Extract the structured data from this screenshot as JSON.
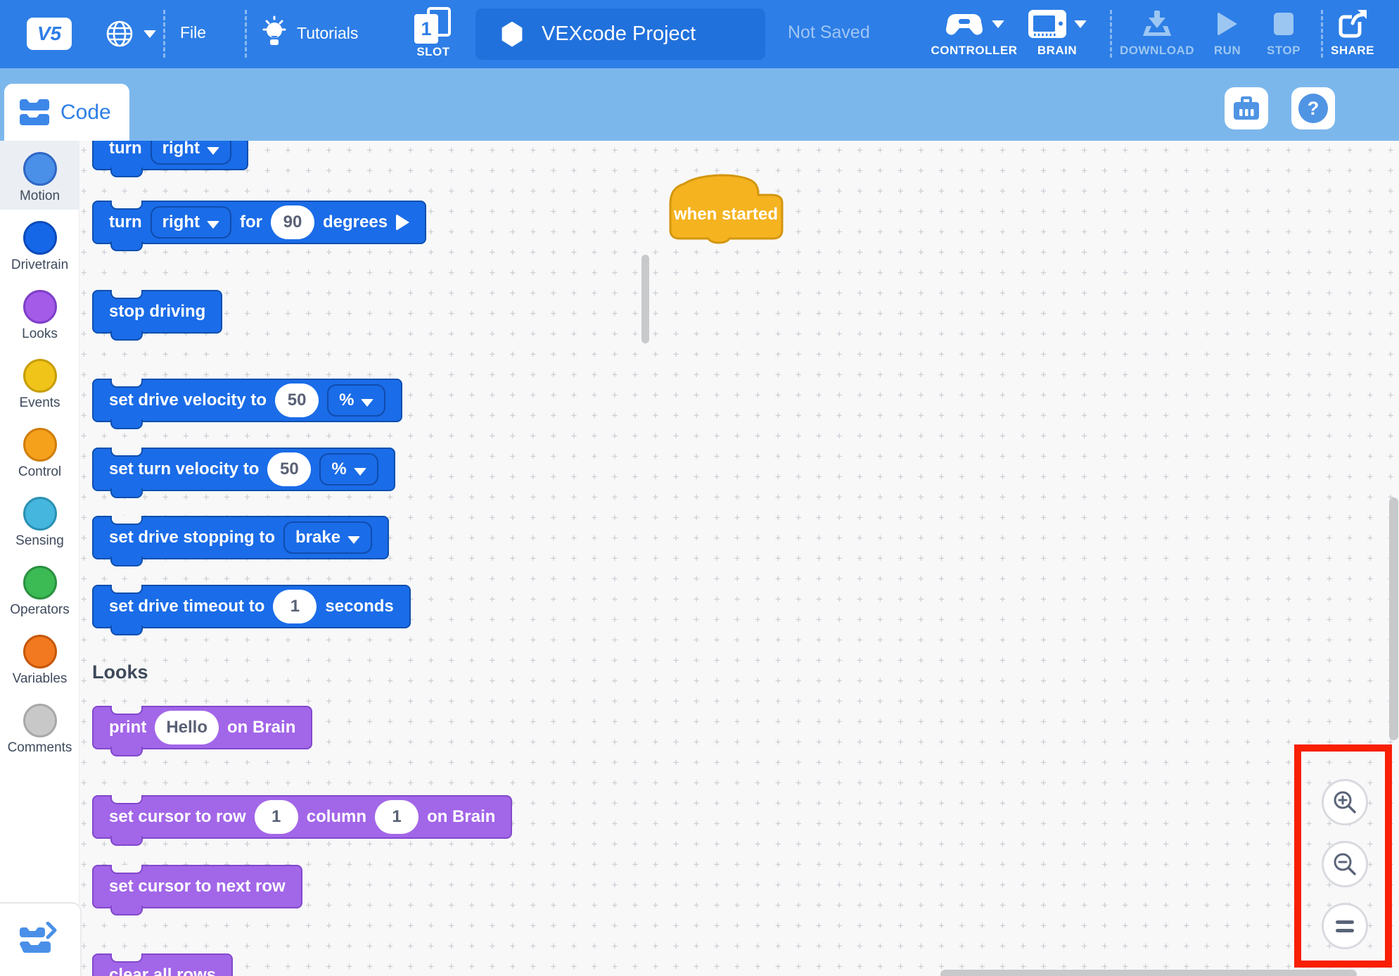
{
  "header": {
    "logo_text": "V5",
    "file_label": "File",
    "tutorials_label": "Tutorials",
    "slot_number": "1",
    "slot_label": "SLOT",
    "project_name": "VEXcode Project",
    "save_status": "Not Saved",
    "controller_label": "CONTROLLER",
    "brain_label": "BRAIN",
    "download_label": "DOWNLOAD",
    "run_label": "RUN",
    "stop_label": "STOP",
    "share_label": "SHARE",
    "bar_color": "#2d7ee6",
    "project_pill_color": "#2171dc"
  },
  "toolbar": {
    "code_tab_label": "Code",
    "help_glyph": "?",
    "bar_color": "#7cb7ec"
  },
  "sidebar": {
    "items": [
      {
        "label": "Motion",
        "color": "#4a90e8",
        "stroke": "#2f67c4",
        "selected": true
      },
      {
        "label": "Drivetrain",
        "color": "#1667e8",
        "stroke": "#0c4ab8",
        "selected": false
      },
      {
        "label": "Looks",
        "color": "#a45ce8",
        "stroke": "#7e3ec8",
        "selected": false
      },
      {
        "label": "Events",
        "color": "#f0c419",
        "stroke": "#c79d08",
        "selected": false
      },
      {
        "label": "Control",
        "color": "#f5a11c",
        "stroke": "#cf7d08",
        "selected": false
      },
      {
        "label": "Sensing",
        "color": "#45b6de",
        "stroke": "#2b90b4",
        "selected": false
      },
      {
        "label": "Operators",
        "color": "#3cba54",
        "stroke": "#2a9140",
        "selected": false
      },
      {
        "label": "Variables",
        "color": "#f2791f",
        "stroke": "#c55708",
        "selected": false
      },
      {
        "label": "Comments",
        "color": "#c8c8c8",
        "stroke": "#a8a8a8",
        "selected": false
      }
    ]
  },
  "palette": {
    "section_header": "Looks",
    "block_colors": {
      "motion_blue": "#1a6ce8",
      "looks_purple": "#a266e8"
    },
    "blocks": {
      "turn": {
        "w1": "turn",
        "dd": "right"
      },
      "turn_for": {
        "w1": "turn",
        "dd": "right",
        "w2": "for",
        "val": "90",
        "w3": "degrees"
      },
      "stop_driving": {
        "w1": "stop driving"
      },
      "drive_velocity": {
        "w1": "set drive velocity to",
        "val": "50",
        "dd": "%"
      },
      "turn_velocity": {
        "w1": "set turn velocity to",
        "val": "50",
        "dd": "%"
      },
      "drive_stopping": {
        "w1": "set drive stopping to",
        "dd": "brake"
      },
      "drive_timeout": {
        "w1": "set drive timeout to",
        "val": "1",
        "w2": "seconds"
      },
      "print": {
        "w1": "print",
        "val": "Hello",
        "w2": "on Brain"
      },
      "set_cursor": {
        "w1": "set cursor to row",
        "val1": "1",
        "w2": "column",
        "val2": "1",
        "w3": "on Brain"
      },
      "next_row": {
        "w1": "set cursor to next row"
      },
      "clear_rows": {
        "w1": "clear all rows"
      }
    }
  },
  "canvas": {
    "hat_block_label": "when started",
    "hat_color": "#f5b320"
  },
  "annotation": {
    "shape": "rectangle",
    "color": "#f81f05",
    "target": "zoom-controls"
  }
}
